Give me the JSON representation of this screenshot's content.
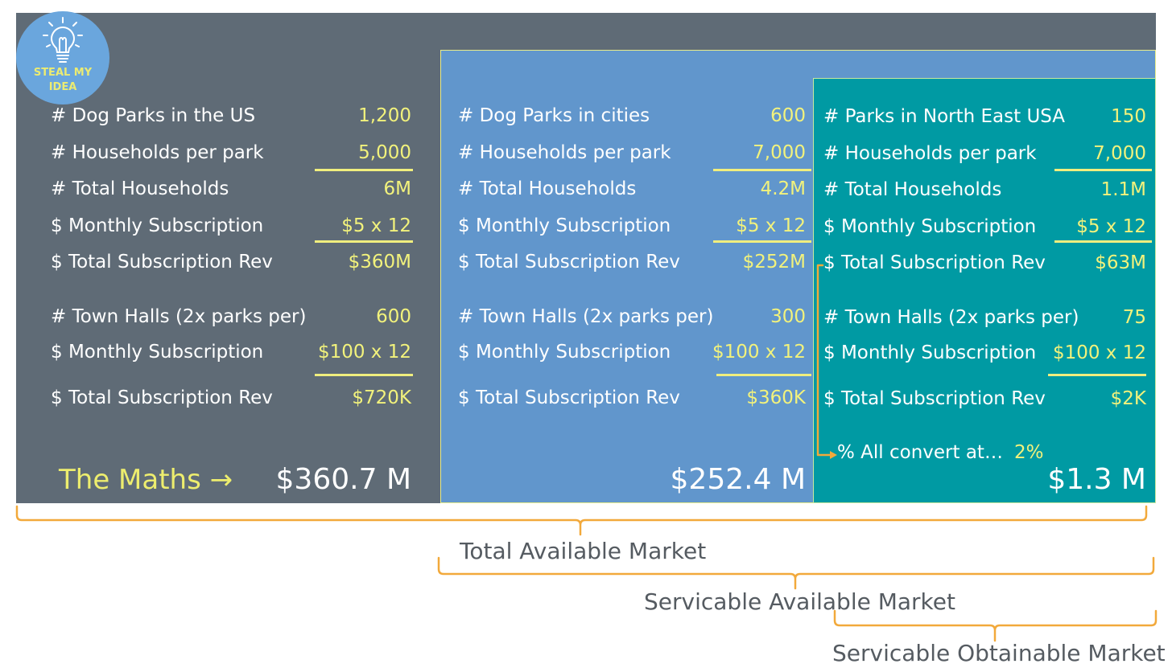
{
  "logo": {
    "line1": "STEAL MY",
    "line2": "IDEA"
  },
  "tam": {
    "rows": [
      {
        "label": "# Dog Parks in the US",
        "value": "1,200"
      },
      {
        "label": "# Households per park",
        "value": "5,000"
      },
      {
        "label": "# Total Households",
        "value": "6M"
      },
      {
        "label": "$ Monthly Subscription",
        "value": "$5 x 12"
      },
      {
        "label": "$ Total Subscription Rev",
        "value": "$360M"
      },
      {
        "label": "# Town Halls (2x parks per)",
        "value": "600"
      },
      {
        "label": "$ Monthly Subscription",
        "value": "$100 x 12"
      },
      {
        "label": "$ Total Subscription Rev",
        "value": "$720K"
      }
    ],
    "maths_label": "The Maths →",
    "total": "$360.7 M"
  },
  "sam": {
    "rows": [
      {
        "label": "# Dog Parks in cities",
        "value": "600"
      },
      {
        "label": "# Households per park",
        "value": "7,000"
      },
      {
        "label": "# Total Households",
        "value": "4.2M"
      },
      {
        "label": "$ Monthly Subscription",
        "value": "$5 x 12"
      },
      {
        "label": "$ Total Subscription Rev",
        "value": "$252M"
      },
      {
        "label": "# Town Halls (2x parks per)",
        "value": "300"
      },
      {
        "label": "$ Monthly Subscription",
        "value": "$100 x 12"
      },
      {
        "label": "$ Total Subscription Rev",
        "value": "$360K"
      }
    ],
    "total": "$252.4 M"
  },
  "som": {
    "rows": [
      {
        "label": "# Parks in North East USA",
        "value": "150"
      },
      {
        "label": "# Households per park",
        "value": "7,000"
      },
      {
        "label": "# Total Households",
        "value": "1.1M"
      },
      {
        "label": "$ Monthly Subscription",
        "value": "$5 x 12"
      },
      {
        "label": "$ Total Subscription Rev",
        "value": "$63M"
      },
      {
        "label": "# Town Halls (2x parks per)",
        "value": "75"
      },
      {
        "label": "$ Monthly Subscription",
        "value": "$100 x 12"
      },
      {
        "label": "$ Total Subscription Rev",
        "value": "$2K"
      }
    ],
    "convert_label": "% All convert at…",
    "convert_value": "2%",
    "total": "$1.3 M"
  },
  "markets": {
    "tam_label": "Total Available Market",
    "sam_label": "Servicable Available Market",
    "som_label": "Servicable Obtainable Market"
  },
  "colors": {
    "tam_bg": "#5f6b76",
    "sam_bg": "#6196cc",
    "som_bg": "#009aa3",
    "value_yellow": "#f2f27c",
    "bracket_orange": "#f2a93b"
  }
}
